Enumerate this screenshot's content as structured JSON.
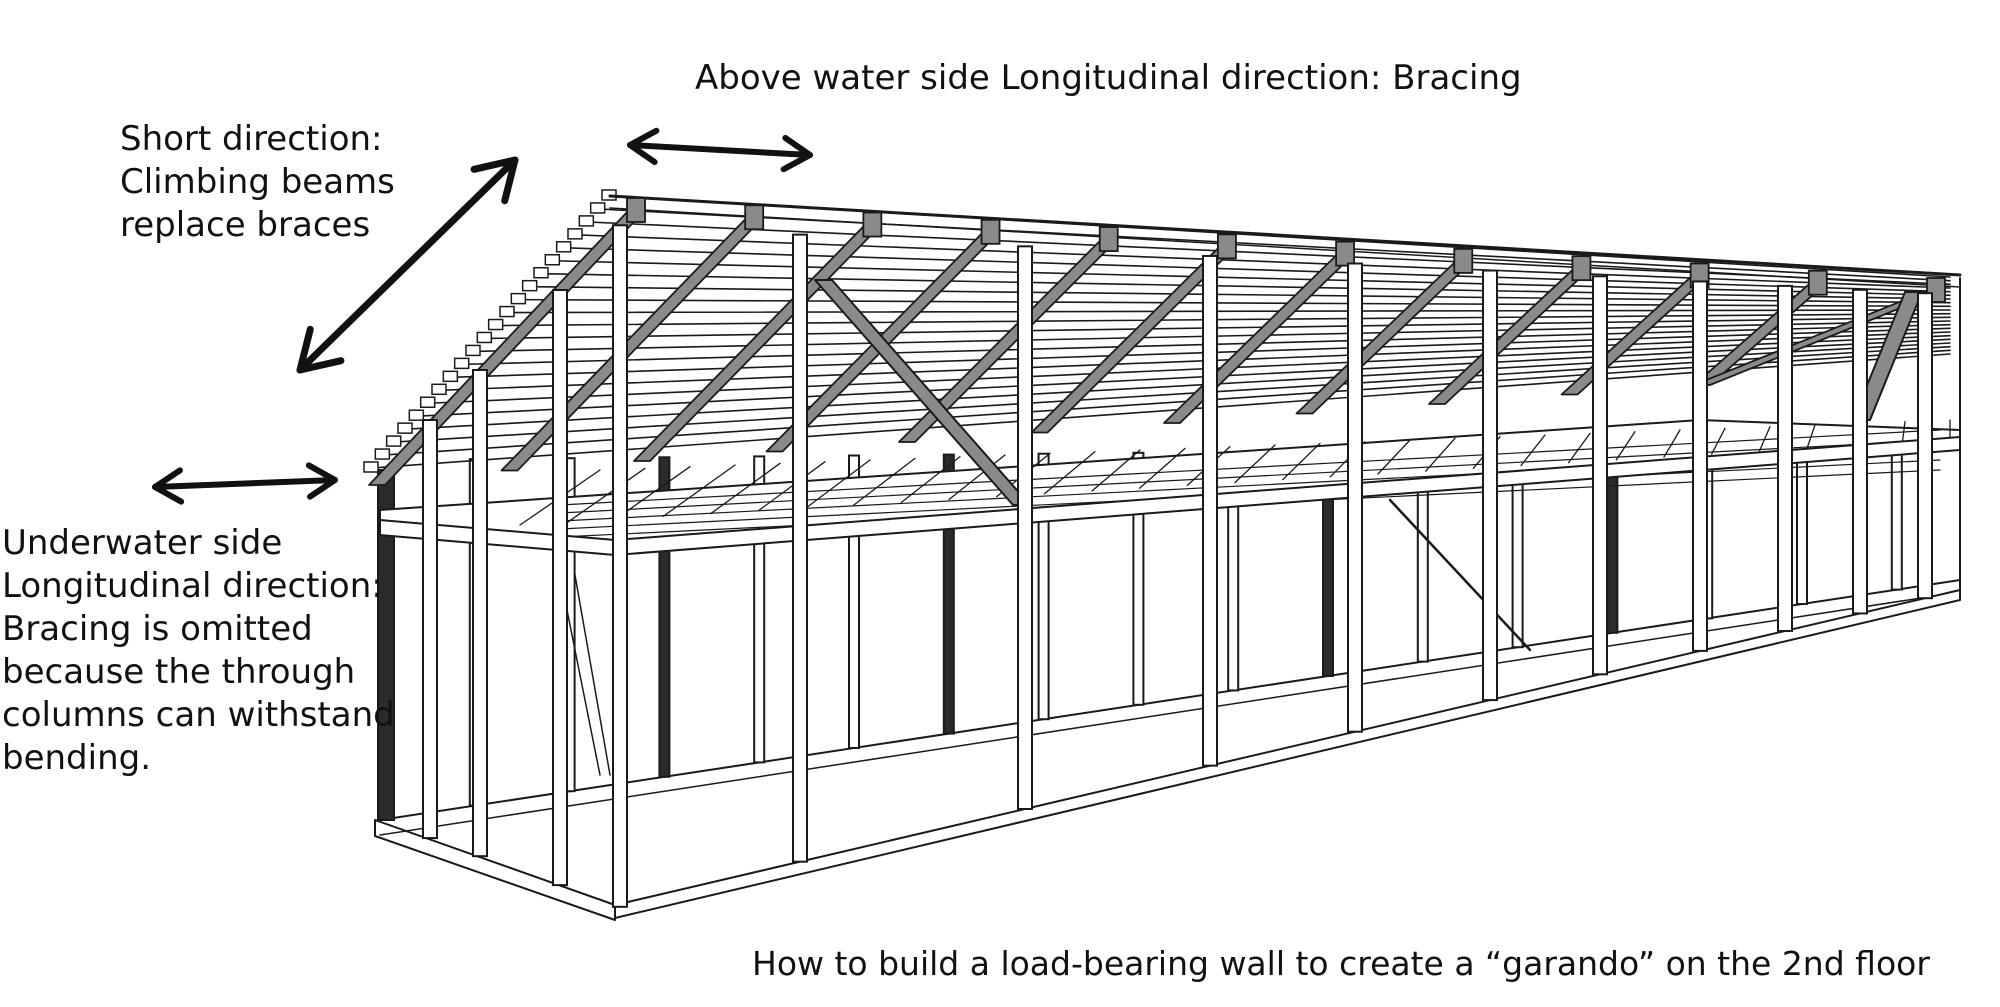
{
  "labels": {
    "short_direction": [
      "Short direction:",
      "Climbing beams",
      "replace braces"
    ],
    "above_water": "Above water side Longitudinal direction: Bracing",
    "underwater": [
      "Underwater side",
      "Longitudinal direction:",
      "Bracing is omitted",
      "because the through",
      "columns can withstand",
      "bending."
    ],
    "caption": "How to build a load-bearing wall to create a “garando” on the 2nd floor"
  },
  "colors": {
    "background": "#ffffff",
    "text": "#111111",
    "line": "#1a1a1a",
    "beam": "#8a8a8a",
    "dark_column": "#2b2b2b"
  },
  "icons": [
    "double-arrow-icon",
    "double-arrow-icon",
    "double-arrow-icon"
  ]
}
